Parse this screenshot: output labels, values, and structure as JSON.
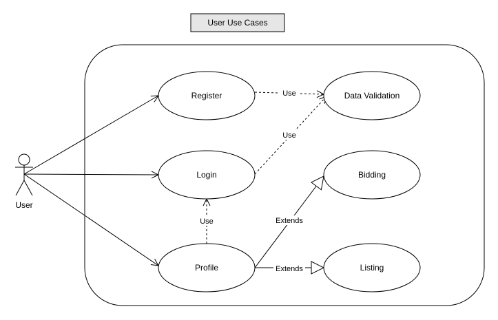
{
  "diagram": {
    "title": "User Use Cases",
    "actor": {
      "label": "User"
    },
    "use_cases": {
      "register": "Register",
      "login": "Login",
      "profile": "Profile",
      "data_validation": "Data Validation",
      "bidding": "Bidding",
      "listing": "Listing"
    },
    "relations": {
      "register_validation": "Use",
      "login_validation": "Use",
      "profile_login": "Use",
      "profile_bidding": "Extends",
      "profile_listing": "Extends"
    }
  }
}
